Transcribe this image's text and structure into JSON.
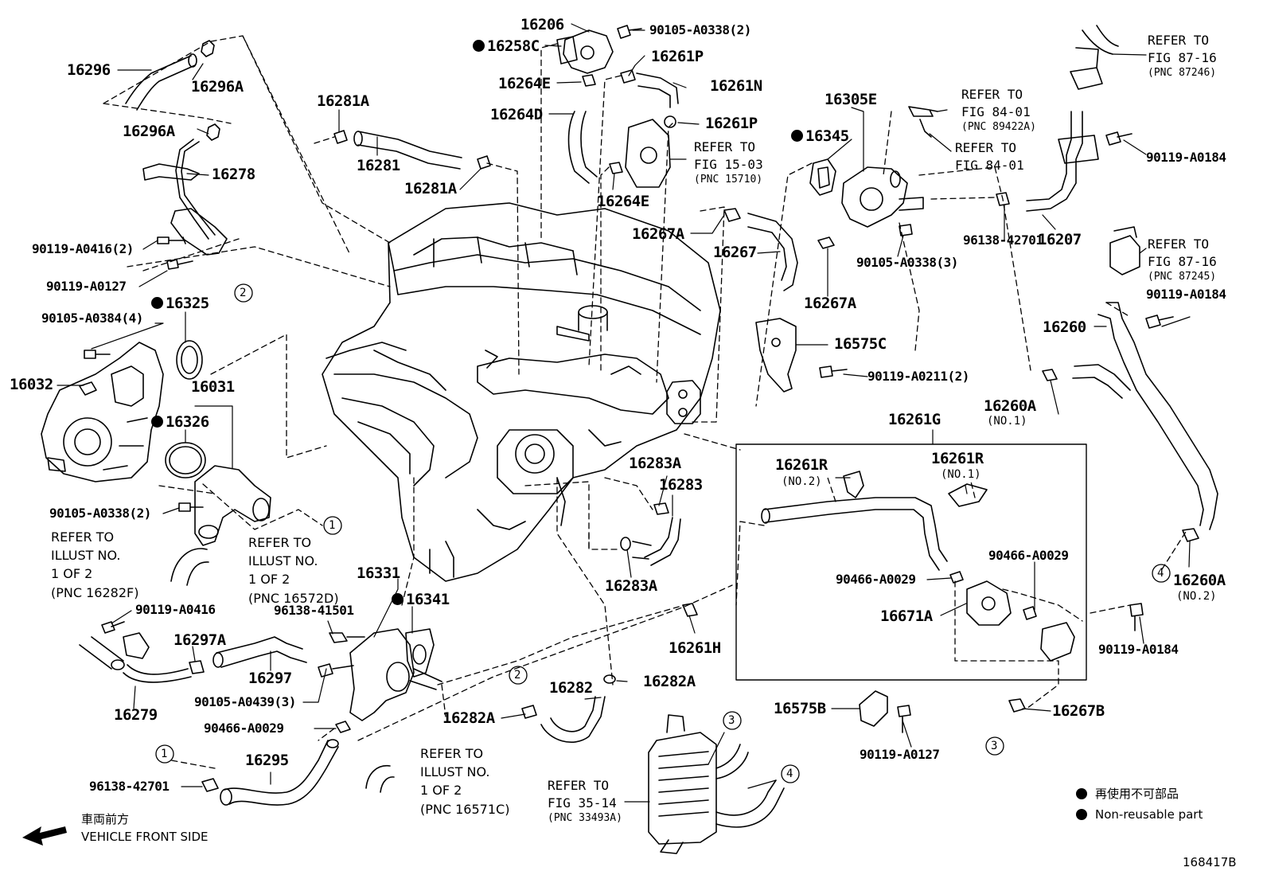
{
  "parts": {
    "p16296": "16296",
    "p16296A_1": "16296A",
    "p16296A_2": "16296A",
    "p16278": "16278",
    "p90119A0416_2": "90119-A0416(2)",
    "p90119A0127_a": "90119-A0127",
    "p90105A0384_4": "90105-A0384(4)",
    "p16325": "16325",
    "p16032": "16032",
    "p16031": "16031",
    "p16326": "16326",
    "p90105A0338_2b": "90105-A0338(2)",
    "p90119A0416": "90119-A0416",
    "p16297A": "16297A",
    "p16297": "16297",
    "p16279": "16279",
    "p90105A0439_3": "90105-A0439(3)",
    "p96138_41501": "96138-41501",
    "p16331": "16331",
    "p16341": "16341",
    "p90466A0029_a": "90466-A0029",
    "p96138_42701_a": "96138-42701",
    "p16295": "16295",
    "p16281A_1": "16281A",
    "p16281": "16281",
    "p16281A_2": "16281A",
    "p16206": "16206",
    "p16258C": "16258C",
    "p90105A0338_2a": "90105-A0338(2)",
    "p16261P_1": "16261P",
    "p16261N": "16261N",
    "p16264E_1": "16264E",
    "p16264D": "16264D",
    "p16261P_2": "16261P",
    "p16264E_2": "16264E",
    "p16305E": "16305E",
    "p16345": "16345",
    "p16267A_1": "16267A",
    "p16267": "16267",
    "p16267A_2": "16267A",
    "p90105A0338_3": "90105-A0338(3)",
    "p96138_42701_b": "96138-42701",
    "p16207": "16207",
    "p90119A0184_a": "90119-A0184",
    "p90119A0184_b": "90119-A0184",
    "p16260": "16260",
    "p16260A_1": "16260A",
    "p16260A_1_sub": "(NO.1)",
    "p16575C": "16575C",
    "p90119A0211_2": "90119-A0211(2)",
    "p16261G": "16261G",
    "p16261R_2": "16261R",
    "p16261R_2_sub": "(NO.2)",
    "p16261R_1": "16261R",
    "p16261R_1_sub": "(NO.1)",
    "p90466A0029_b": "90466-A0029",
    "p90466A0029_c": "90466-A0029",
    "p16671A": "16671A",
    "p16283A_1": "16283A",
    "p16283": "16283",
    "p16283A_2": "16283A",
    "p16261H": "16261H",
    "p16282": "16282",
    "p16282A_1": "16282A",
    "p16282A_2": "16282A",
    "p16575B": "16575B",
    "p90119A0127_b": "90119-A0127",
    "p16267B": "16267B",
    "p16260A_2": "16260A",
    "p16260A_2_sub": "(NO.2)",
    "p90119A0184_c": "90119-A0184"
  },
  "refs": {
    "r_fig_87_16_a": [
      "REFER TO",
      "FIG 87-16",
      "(PNC 87246)"
    ],
    "r_fig_84_01_a": [
      "REFER TO",
      "FIG 84-01",
      "(PNC 89422A)"
    ],
    "r_fig_84_01_b": [
      "REFER TO",
      "FIG 84-01"
    ],
    "r_fig_15_03": [
      "REFER TO",
      "FIG 15-03",
      "(PNC 15710)"
    ],
    "r_fig_87_16_b": [
      "REFER TO",
      "FIG 87-16",
      "(PNC 87245)"
    ],
    "r_illust_16282F": [
      "REFER TO",
      "ILLUST NO.",
      "1 OF 2",
      "(PNC 16282F)"
    ],
    "r_illust_16572D": [
      "REFER TO",
      "ILLUST NO.",
      "1 OF 2",
      "(PNC 16572D)"
    ],
    "r_illust_16571C": [
      "REFER TO",
      "ILLUST NO.",
      "1 OF 2",
      "(PNC 16571C)"
    ],
    "r_fig_35_14": [
      "REFER TO",
      "FIG 35-14",
      "(PNC 33493A)"
    ]
  },
  "callouts": {
    "c1a": "1",
    "c1b": "1",
    "c2a": "2",
    "c2b": "2",
    "c3a": "3",
    "c3b": "3",
    "c4a": "4",
    "c4b": "4"
  },
  "legend": {
    "jp": "再使用不可部品",
    "en": "Non-reusable part"
  },
  "front": {
    "jp": "車両前方",
    "en": "VEHICLE FRONT SIDE"
  },
  "figure_id": "168417B",
  "icons": [
    "non-reusable-dot-icon",
    "front-arrow-icon"
  ]
}
